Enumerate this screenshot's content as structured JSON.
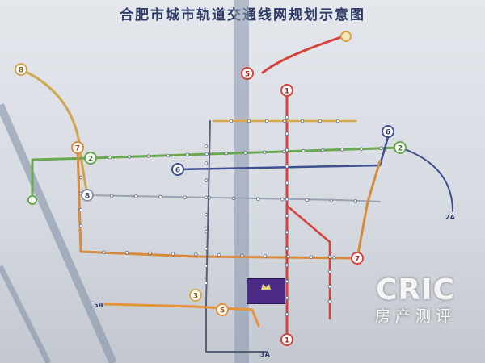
{
  "title": "合肥市城市轨道交通线网规划示意图",
  "watermark": {
    "brand": "CRIC",
    "subtitle": "房产测评"
  },
  "colors": {
    "line1": "#d6413b",
    "line2": "#6aa84f",
    "line3": "#7a86a0",
    "line4": "#8e96a6",
    "line5": "#e6933a",
    "line6": "#3f4f8f",
    "line7": "#d88a3c",
    "line8": "#cfa64a",
    "pole": "#8a98ad",
    "station_fill": "#ffffff",
    "logo": "#4b2a86"
  },
  "lines": [
    {
      "id": "line-1",
      "badge": "1"
    },
    {
      "id": "line-2",
      "badge": "2"
    },
    {
      "id": "line-3",
      "badge": "3"
    },
    {
      "id": "line-5",
      "badge": "5"
    },
    {
      "id": "line-6",
      "badge": "6"
    },
    {
      "id": "line-7",
      "badge": "7"
    },
    {
      "id": "line-8",
      "badge": "8"
    }
  ],
  "terminals": {
    "t2a": "2A",
    "t3a": "3A",
    "t5b": "5B"
  },
  "icons": {
    "logo": "developer-logo-icon"
  }
}
